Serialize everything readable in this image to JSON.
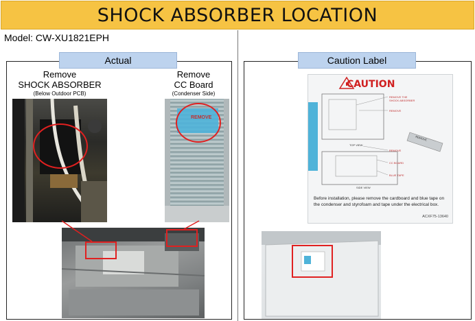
{
  "page": {
    "title": "SHOCK ABSORBER LOCATION",
    "model": "Model: CW-XU1821EPH"
  },
  "actual": {
    "tag": "Actual",
    "captions": [
      {
        "big": "Remove",
        "big2": "SHOCK ABSORBER",
        "small": "(Below Outdoor PCB)"
      },
      {
        "big": "Remove",
        "big2": "CC Board",
        "small": "(Condenser Side)"
      }
    ],
    "photo2_marking": "REMOVE"
  },
  "caution": {
    "tag": "Caution Label",
    "label_heading": "CAUTION",
    "label_body": "Before installation, please remove the cardboard and blue tape on the condenser and styrofoam and tape under the electrical box.",
    "label_code": "ACXF75-13640",
    "callouts": [
      "REMOVE THE SHOCK ABSORBER",
      "REMOVE",
      "TOP VIEW",
      "REMOVE",
      "CC BOARD",
      "BLUE TAPE",
      "SIDE VIEW"
    ],
    "tape_text": "REMOVE"
  },
  "colors": {
    "title_bg": "#f6c343",
    "tag_bg": "#bdd3ee",
    "highlight": "#e02020"
  }
}
